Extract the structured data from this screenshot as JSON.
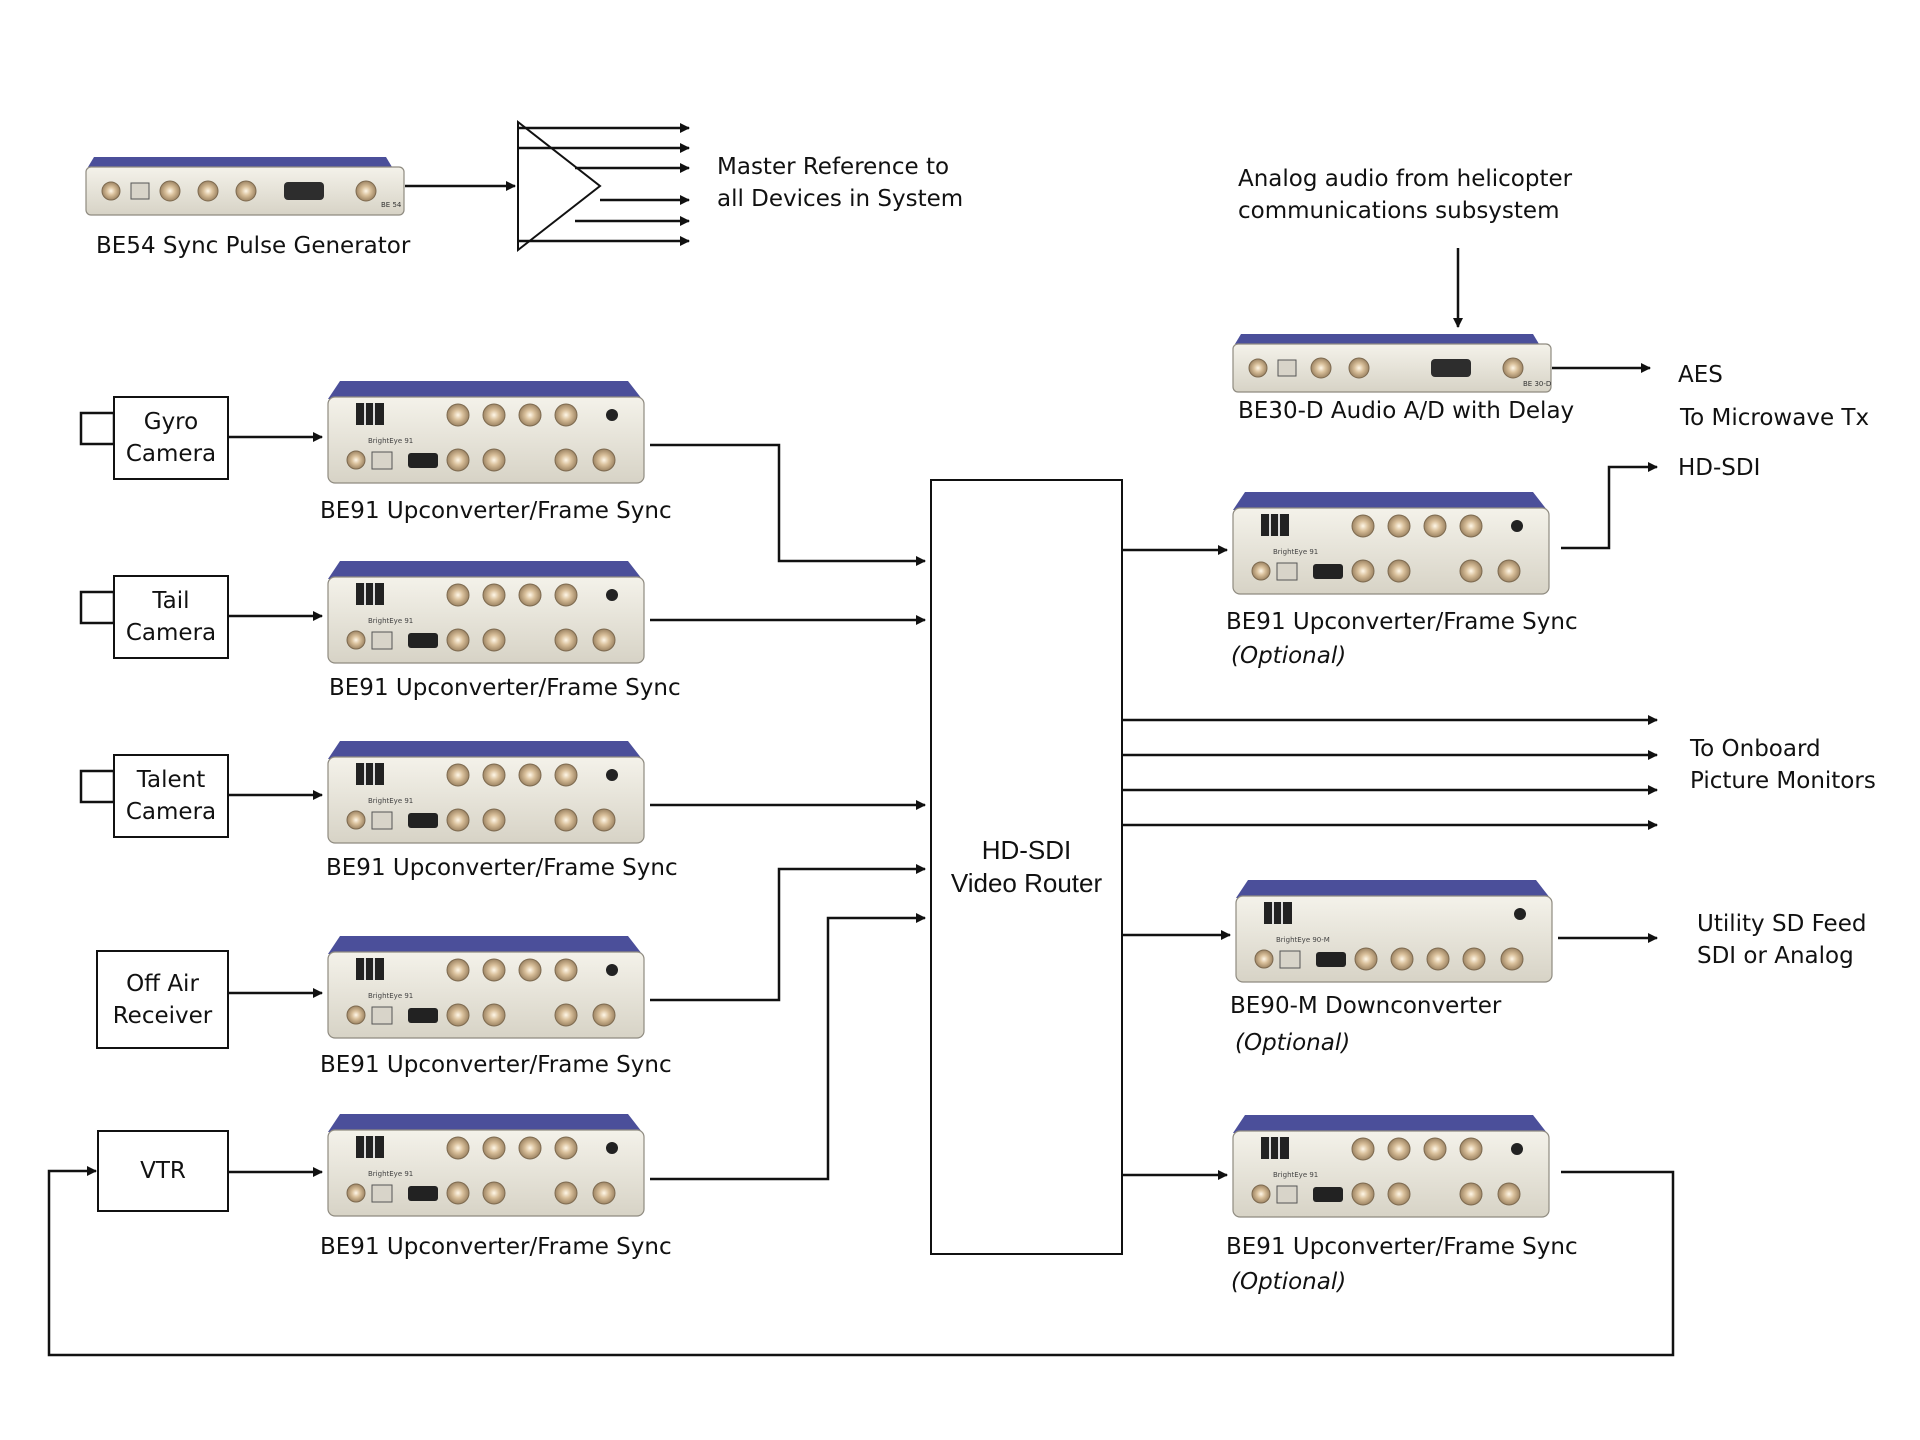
{
  "devices": {
    "sync_generator": {
      "label": "BE54 Sync Pulse Generator",
      "brand_tag": "BE 54"
    },
    "audio_ad": {
      "label": "BE30-D Audio A/D with Delay",
      "brand_tag": "BE 30-D"
    },
    "up_gyro": {
      "label": "BE91 Upconverter/Frame Sync",
      "badge": "BrightEye 91"
    },
    "up_tail": {
      "label": "BE91 Upconverter/Frame Sync",
      "badge": "BrightEye 91"
    },
    "up_talent": {
      "label": "BE91 Upconverter/Frame Sync",
      "badge": "BrightEye 91"
    },
    "up_offair": {
      "label": "BE91 Upconverter/Frame Sync",
      "badge": "BrightEye 91"
    },
    "up_vtr": {
      "label": "BE91 Upconverter/Frame Sync",
      "badge": "BrightEye 91"
    },
    "out_up1": {
      "label": "BE91 Upconverter/Frame Sync",
      "note": "(Optional)",
      "badge": "BrightEye 91"
    },
    "down": {
      "label": "BE90-M Downconverter",
      "note": "(Optional)",
      "badge": "BrightEye 90-M"
    },
    "out_up2": {
      "label": "BE91 Upconverter/Frame Sync",
      "note": "(Optional)",
      "badge": "BrightEye 91"
    }
  },
  "sources": {
    "gyro": "Gyro\nCamera",
    "tail": "Tail\nCamera",
    "talent": "Talent\nCamera",
    "offair": "Off Air\nReceiver",
    "vtr": "VTR"
  },
  "router": {
    "label": "HD-SDI\nVideo Router"
  },
  "annotations": {
    "master_ref": "Master Reference to\nall Devices in System",
    "helicopter_audio": "Analog audio from helicopter\ncommunications subsystem",
    "aes": "AES",
    "microwave": "To Microwave Tx",
    "hdsdi": "HD-SDI",
    "monitors": "To Onboard\nPicture Monitors",
    "utility": "Utility SD Feed\nSDI or Analog"
  },
  "colors": {
    "line": "#111111",
    "device_body": "#e9e6dc",
    "device_top": "#4b4f9a",
    "connector": "#cdb48f"
  }
}
